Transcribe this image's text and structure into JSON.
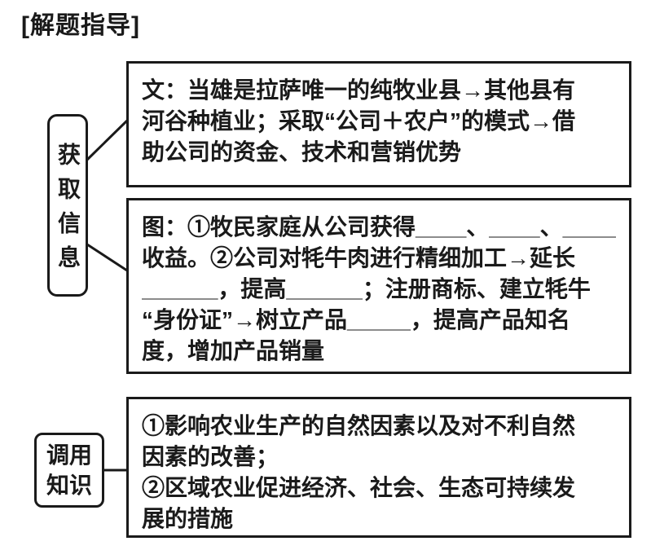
{
  "title": "[解题指导]",
  "left_nodes": {
    "acquire_info": {
      "label": "获取信息"
    },
    "invoke_knowledge": {
      "line1": "调用",
      "line2": "知识"
    }
  },
  "boxes": {
    "text_info": {
      "lines": [
        "文：当雄是拉萨唯一的纯牧业县→其他县有",
        "河谷种植业；采取“公司＋农户”的模式→借",
        "助公司的资金、技术和营销优势"
      ]
    },
    "figure_info": {
      "lines": [
        "图：①牧民家庭从公司获得____、____、_____",
        "收益。②公司对牦牛肉进行精细加工→延长",
        "______，提高______；注册商标、建立牦牛",
        "“身份证”→树立产品_____，提高产品知名",
        "度，增加产品销量"
      ]
    },
    "knowledge": {
      "lines": [
        "①影响农业生产的自然因素以及对不利自然",
        "因素的改善；",
        "②区域农业促进经济、社会、生态可持续发",
        "展的措施"
      ]
    }
  },
  "colors": {
    "ink": "#1a1a1a",
    "background": "#ffffff"
  }
}
